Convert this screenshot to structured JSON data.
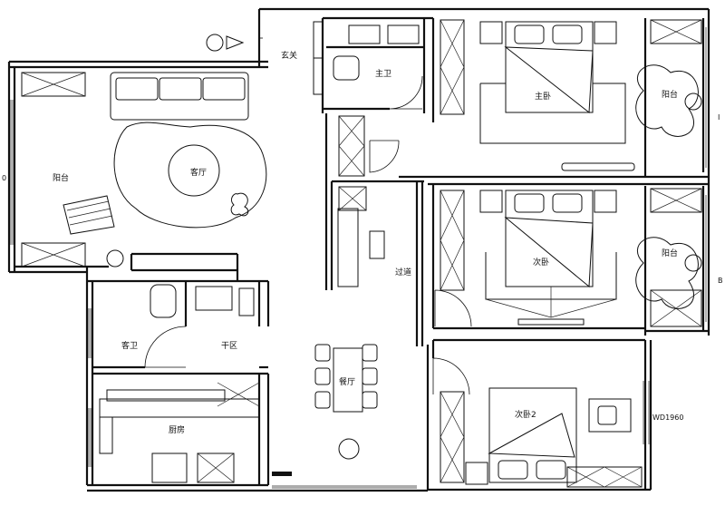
{
  "rooms": {
    "entrance": "玄关",
    "master_bath": "主卫",
    "master_bedroom": "主卧",
    "balcony_1": "阳台",
    "balcony_west": "阳台",
    "living_room": "客厅",
    "second_bedroom": "次卧",
    "balcony_2": "阳台",
    "corridor": "过道",
    "guest_bath": "客卫",
    "dry_area": "干区",
    "dining_room": "餐厅",
    "kitchen": "厨房",
    "third_bedroom": "次卧2"
  },
  "edge_labels": {
    "dimension_tag": "WD1960",
    "left_edge_mark": "0",
    "right_mark_1": "I",
    "right_mark_2": "B"
  }
}
